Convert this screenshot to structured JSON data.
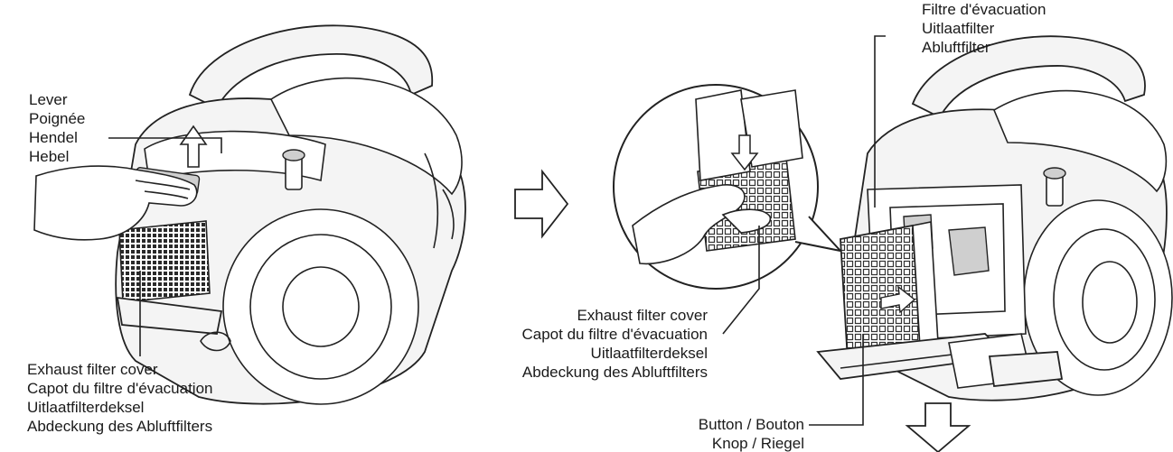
{
  "labels": {
    "lever": [
      "Lever",
      "Poignée",
      "Hendel",
      "Hebel"
    ],
    "exhaust_filter_cover_left": [
      "Exhaust filter cover",
      "Capot du filtre d'évacuation",
      "Uitlaatfilterdeksel",
      "Abdeckung des Abluftfilters"
    ],
    "exhaust_filter_cover_middle": [
      "Exhaust filter cover",
      "Capot du filtre d'évacuation",
      "Uitlaatfilterdeksel",
      "Abdeckung des Abluftfilters"
    ],
    "exhaust_filter": [
      "Filtre d'évacuation",
      "Uitlaatfilter",
      "Abluftfilter"
    ],
    "button": [
      "Button / Bouton",
      "Knop / Riegel"
    ]
  },
  "icons": [
    "vacuum-cleaner-illustration",
    "hand-illustration",
    "arrow-right-icon",
    "arrow-down-icon",
    "exhaust-filter-illustration"
  ]
}
